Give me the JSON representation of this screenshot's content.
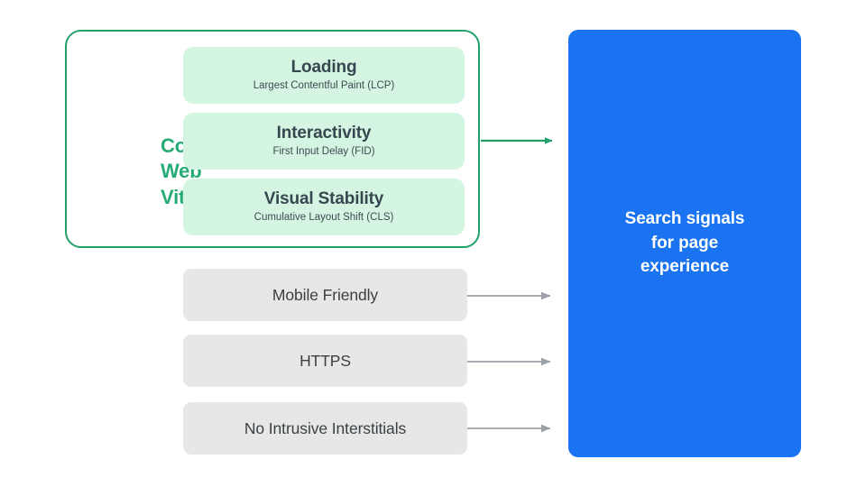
{
  "diagram": {
    "title": "Search signals for page experience",
    "background": "#ffffff",
    "colors": {
      "green_border": "#22a06b",
      "green_label_text": "#27ab74",
      "green_card_fill": "#d5f5e3",
      "gray_box_fill": "#e7e7e8",
      "dark_text": "#3b4043",
      "blue_panel": "#1a73f0",
      "gray_arrow": "#9aa0a6",
      "white_text": "#ffffff"
    }
  },
  "core_web_vitals": {
    "label_lines": [
      "Core",
      "Web",
      "Vitals"
    ],
    "label_full": "Core Web Vitals",
    "cards": [
      {
        "title": "Loading",
        "subtitle": "Largest Contentful Paint (LCP)",
        "metric_abbr": "LCP"
      },
      {
        "title": "Interactivity",
        "subtitle": "First Input Delay (FID)",
        "metric_abbr": "FID"
      },
      {
        "title": "Visual Stability",
        "subtitle": "Cumulative Layout Shift (CLS)",
        "metric_abbr": "CLS"
      }
    ]
  },
  "other_signals": [
    {
      "label": "Mobile Friendly"
    },
    {
      "label": "HTTPS"
    },
    {
      "label": "No Intrusive Interstitials"
    }
  ],
  "destination": {
    "text": "Search signals\nfor page\nexperience"
  },
  "arrows": [
    {
      "name": "core-web-vitals-arrow",
      "color": "#22a06b",
      "from": "core-web-vitals-group",
      "to": "destination-panel"
    },
    {
      "name": "mobile-friendly-arrow",
      "color": "#9aa0a6",
      "from": "signal-box-mobile-friendly",
      "to": "destination-panel"
    },
    {
      "name": "https-arrow",
      "color": "#9aa0a6",
      "from": "signal-box-https",
      "to": "destination-panel"
    },
    {
      "name": "no-intrusive-interstitials-arrow",
      "color": "#9aa0a6",
      "from": "signal-box-no-intrusive-interstitials",
      "to": "destination-panel"
    }
  ]
}
